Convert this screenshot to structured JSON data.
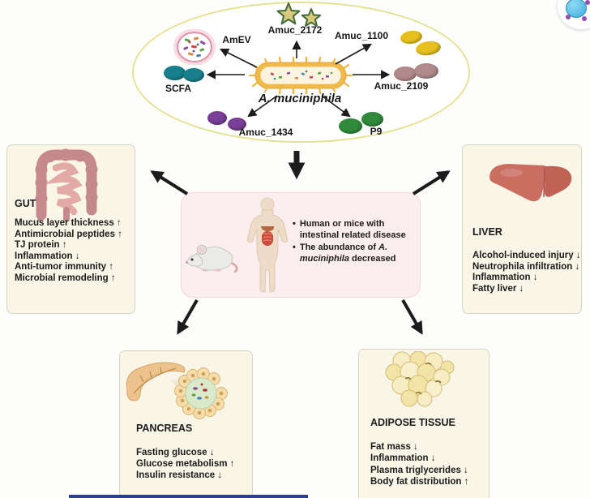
{
  "ellipse": {
    "bacterium": "A. muciniphila",
    "amuc2172": "Amuc_2172",
    "amev": "AmEV",
    "amuc1100": "Amuc_1100",
    "scfa": "SCFA",
    "amuc2109": "Amuc_2109",
    "amuc1434": "Amuc_1434",
    "p9": "P9"
  },
  "center": {
    "bullet1": "Human or mice with intestinal related disease",
    "bullet2_pre": "The abundance of",
    "bullet2_italic": "A. muciniphila",
    "bullet2_post": "decreased"
  },
  "gut": {
    "title": "GUT",
    "items": [
      "Mucus layer thickness ↑",
      "Antimicrobial peptides ↑",
      "TJ protein ↑",
      "Inflammation ↓",
      "Anti-tumor immunity ↑",
      "Microbial remodeling ↑"
    ]
  },
  "liver": {
    "title": "LIVER",
    "items": [
      "Alcohol-induced injury ↓",
      "Neutrophila infiltration ↓",
      "Inflammation ↓",
      "Fatty liver ↓"
    ]
  },
  "pancreas": {
    "title": "PANCREAS",
    "items": [
      "Fasting glucose ↓",
      "Glucose metabolism ↑",
      "Insulin resistance ↓"
    ]
  },
  "adipose": {
    "title": "ADIPOSE TISSUE",
    "items": [
      "Fat mass ↓",
      "Inflammation ↓",
      "Plasma triglycerides ↓",
      "Body fat distribution ↑"
    ]
  },
  "colors": {
    "panel_bg": "#f9f6e8",
    "panel_border": "#d8d4c6",
    "ellipse_border": "#e6e193",
    "center_bg": "#fcedef",
    "center_border": "#f1d6da",
    "bacterium_gold": "#f0b94a",
    "scfa_teal": "#17808c",
    "amuc1100_yellow": "#e7c01d",
    "amuc2109_mauve": "#b18b8b",
    "amuc1434_purple": "#7a3f97",
    "p9_green": "#2f8b3b",
    "arrow_black": "#1c1c1c",
    "bottom_bar_navy": "#2b3f8c"
  }
}
